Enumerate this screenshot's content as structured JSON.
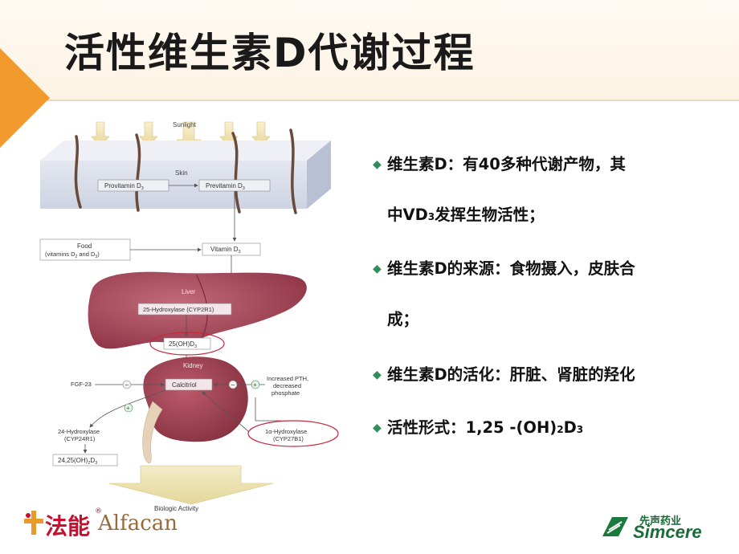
{
  "slide": {
    "title": "活性维生素D代谢过程"
  },
  "diagram": {
    "sunlight": "Sunlight",
    "skin": "Skin",
    "provitamin": "Provitamin D",
    "provitamin_sub": "3",
    "previtamin": "Previtamin D",
    "previtamin_sub": "3",
    "food_line1": "Food",
    "food_line2": "(vitamins D",
    "food_line2_sub": "2",
    "food_line2_mid": " and D",
    "food_line2_sub2": "3",
    "food_line2_end": ")",
    "vitamin": "Vitamin D",
    "vitamin_sub": "3",
    "liver": "Liver",
    "hydroxylase25": "25-Hydroxylase (CYP2R1)",
    "ohd3": "25(OH)D",
    "ohd3_sub": "3",
    "kidney": "Kidney",
    "fgf23": "FGF-23",
    "calcitriol": "Calcitriol",
    "pth_line1": "Increased PTH,",
    "pth_line2": "decreased",
    "pth_line3": "phosphate",
    "hydroxylase24_line1": "24-Hydroxylase",
    "hydroxylase24_line2": "(CYP24R1)",
    "hydroxylase1a_line1": "1α-Hydroxylase",
    "hydroxylase1a_line2": "(CYP27B1)",
    "product24": "24,25(OH)",
    "product24_sub": "2",
    "product24_end": "D",
    "product24_sub2": "3",
    "minus": "−",
    "plus": "+",
    "biologic": "Biologic Activity"
  },
  "bullets": {
    "b1_line1": "维生素D：有40多种代谢产物，其",
    "b1_line2a": "中VD",
    "b1_line2sub": "3",
    "b1_line2b": "发挥生物活性；",
    "b2_line1": "维生素D的来源：食物摄入，皮肤合",
    "b2_line2": "成；",
    "b3": "维生素D的活化：肝脏、肾脏的羟化",
    "b4a": "活性形式：1,25 -(OH)",
    "b4sub1": "2",
    "b4b": "D",
    "b4sub2": "3",
    "marker": "◆"
  },
  "logos": {
    "left_cn": "法能",
    "left_reg": "®",
    "left_en": "Alfacan",
    "right_cn": "先声药业",
    "right_en": "Simcere"
  },
  "colors": {
    "accent_orange": "#f39a2d",
    "bullet_green": "#2f8f5a",
    "liver": "#a8485a",
    "kidney": "#9c3f50",
    "skin": "#d7dce8",
    "highlight_circle": "#c8283c"
  }
}
